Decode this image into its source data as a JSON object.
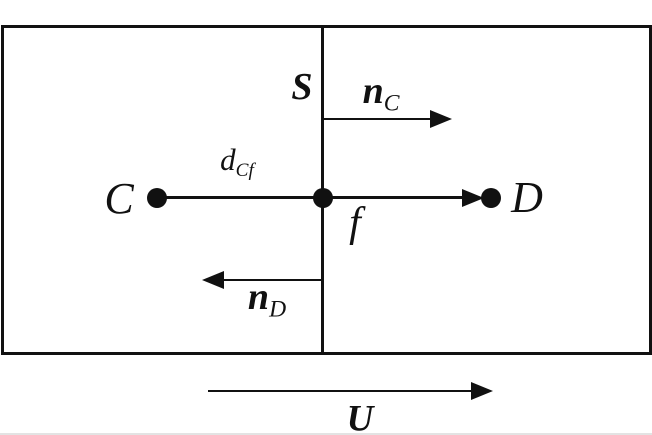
{
  "colors": {
    "ink": "#111111",
    "background": "#ffffff"
  },
  "diagram": {
    "description": "finite-volume mesh face between two cells",
    "cell_c_label": "C",
    "cell_d_label": "D",
    "face_label": "f",
    "surface_label": "S",
    "normal_c": {
      "main": "n",
      "sub": "C"
    },
    "normal_d": {
      "main": "n",
      "sub": "D"
    },
    "distance": {
      "main": "d",
      "sub": "Cf"
    },
    "velocity_label": "U"
  }
}
